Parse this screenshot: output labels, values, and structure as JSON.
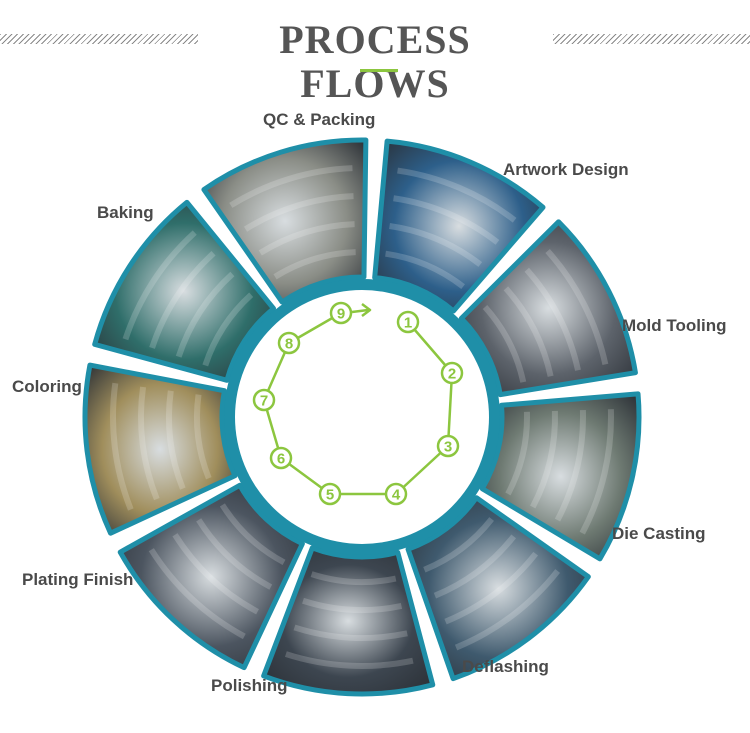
{
  "header": {
    "title": "PROCESS FLOWS"
  },
  "colors": {
    "ring": "#1f8fa8",
    "accent": "#8cc63f",
    "text": "#4a4a4a",
    "title": "#555555"
  },
  "steps": [
    {
      "label": "Artwork Design",
      "scene": "computer-monitor-cad-photo",
      "tint": "#2d5f8a"
    },
    {
      "label": "Mold Tooling",
      "scene": "cnc-machine-photo",
      "tint": "#5d636b"
    },
    {
      "label": "Die Casting",
      "scene": "casting-machine-photo",
      "tint": "#6e7a72"
    },
    {
      "label": "Deflashing",
      "scene": "hand-deflashing-photo",
      "tint": "#3f5a6e"
    },
    {
      "label": "Polishing",
      "scene": "polishing-photo",
      "tint": "#3d4650"
    },
    {
      "label": "Plating Finish",
      "scene": "plating-photo",
      "tint": "#4c5560"
    },
    {
      "label": "Coloring",
      "scene": "coloring-coins-photo",
      "tint": "#a08e5c"
    },
    {
      "label": "Baking",
      "scene": "oven-photo",
      "tint": "#2f6e6a"
    },
    {
      "label": "QC & Packing",
      "scene": "qc-workers-photo",
      "tint": "#8a8d86"
    }
  ],
  "inner_cycle": {
    "numbers": [
      "1",
      "2",
      "3",
      "4",
      "5",
      "6",
      "7",
      "8",
      "9"
    ],
    "arrow_icon": "arrow-right-icon"
  }
}
